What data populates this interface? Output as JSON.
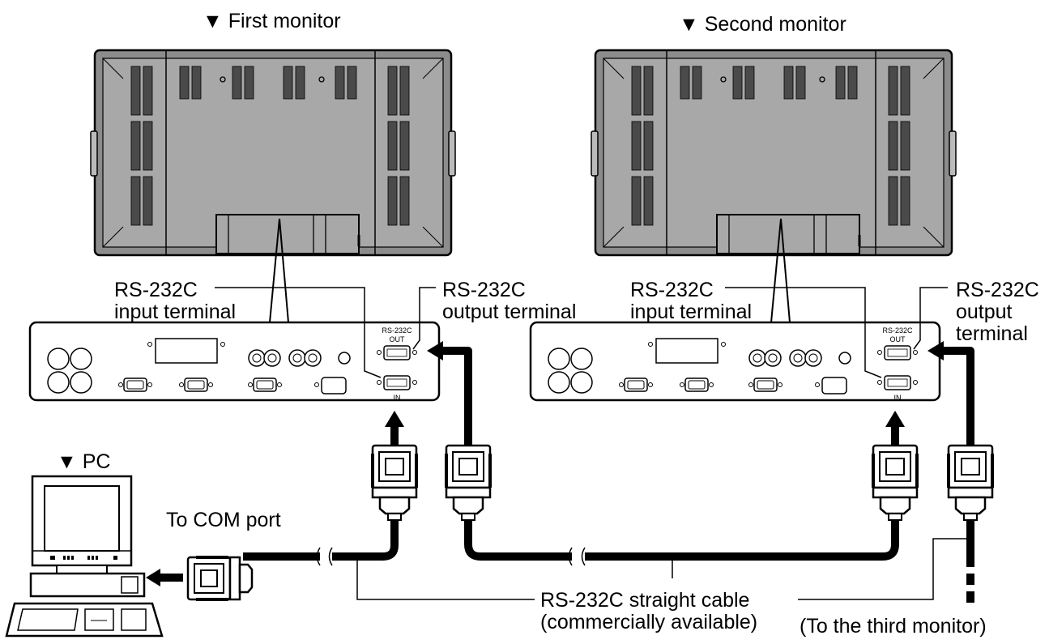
{
  "headings": {
    "first_monitor": "▼ First monitor",
    "second_monitor": "▼ Second monitor",
    "pc": "▼ PC"
  },
  "labels": {
    "input_terminal_1": [
      "RS-232C",
      "input terminal"
    ],
    "output_terminal_1": [
      "RS-232C",
      "output terminal"
    ],
    "input_terminal_2": [
      "RS-232C",
      "input terminal"
    ],
    "output_terminal_2": [
      "RS-232C",
      "output",
      "terminal"
    ],
    "to_com_port": "To COM port",
    "cable": [
      "RS-232C straight cable",
      "(commercially available)"
    ],
    "third_monitor": "(To the third monitor)"
  },
  "port_text": {
    "rs232c": "RS-232C",
    "out": "OUT",
    "in": "IN"
  }
}
